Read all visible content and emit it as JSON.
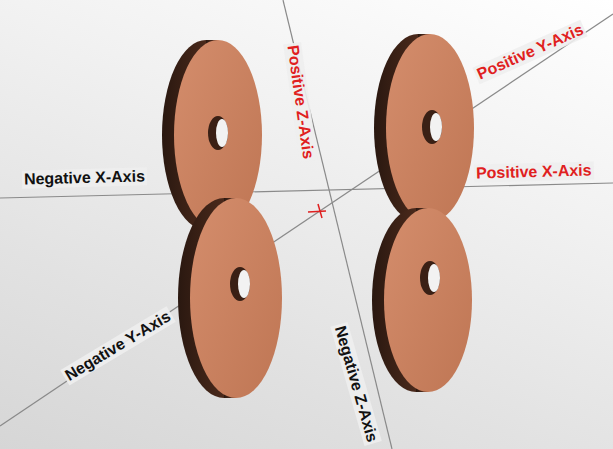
{
  "diagram": {
    "labels": [
      "Positive Z-Axis",
      "Positive Y-Axis",
      "Negative X-Axis",
      "Positive X-Axis",
      "Negative Y-Axis",
      "Negative Z-Axis"
    ]
  }
}
